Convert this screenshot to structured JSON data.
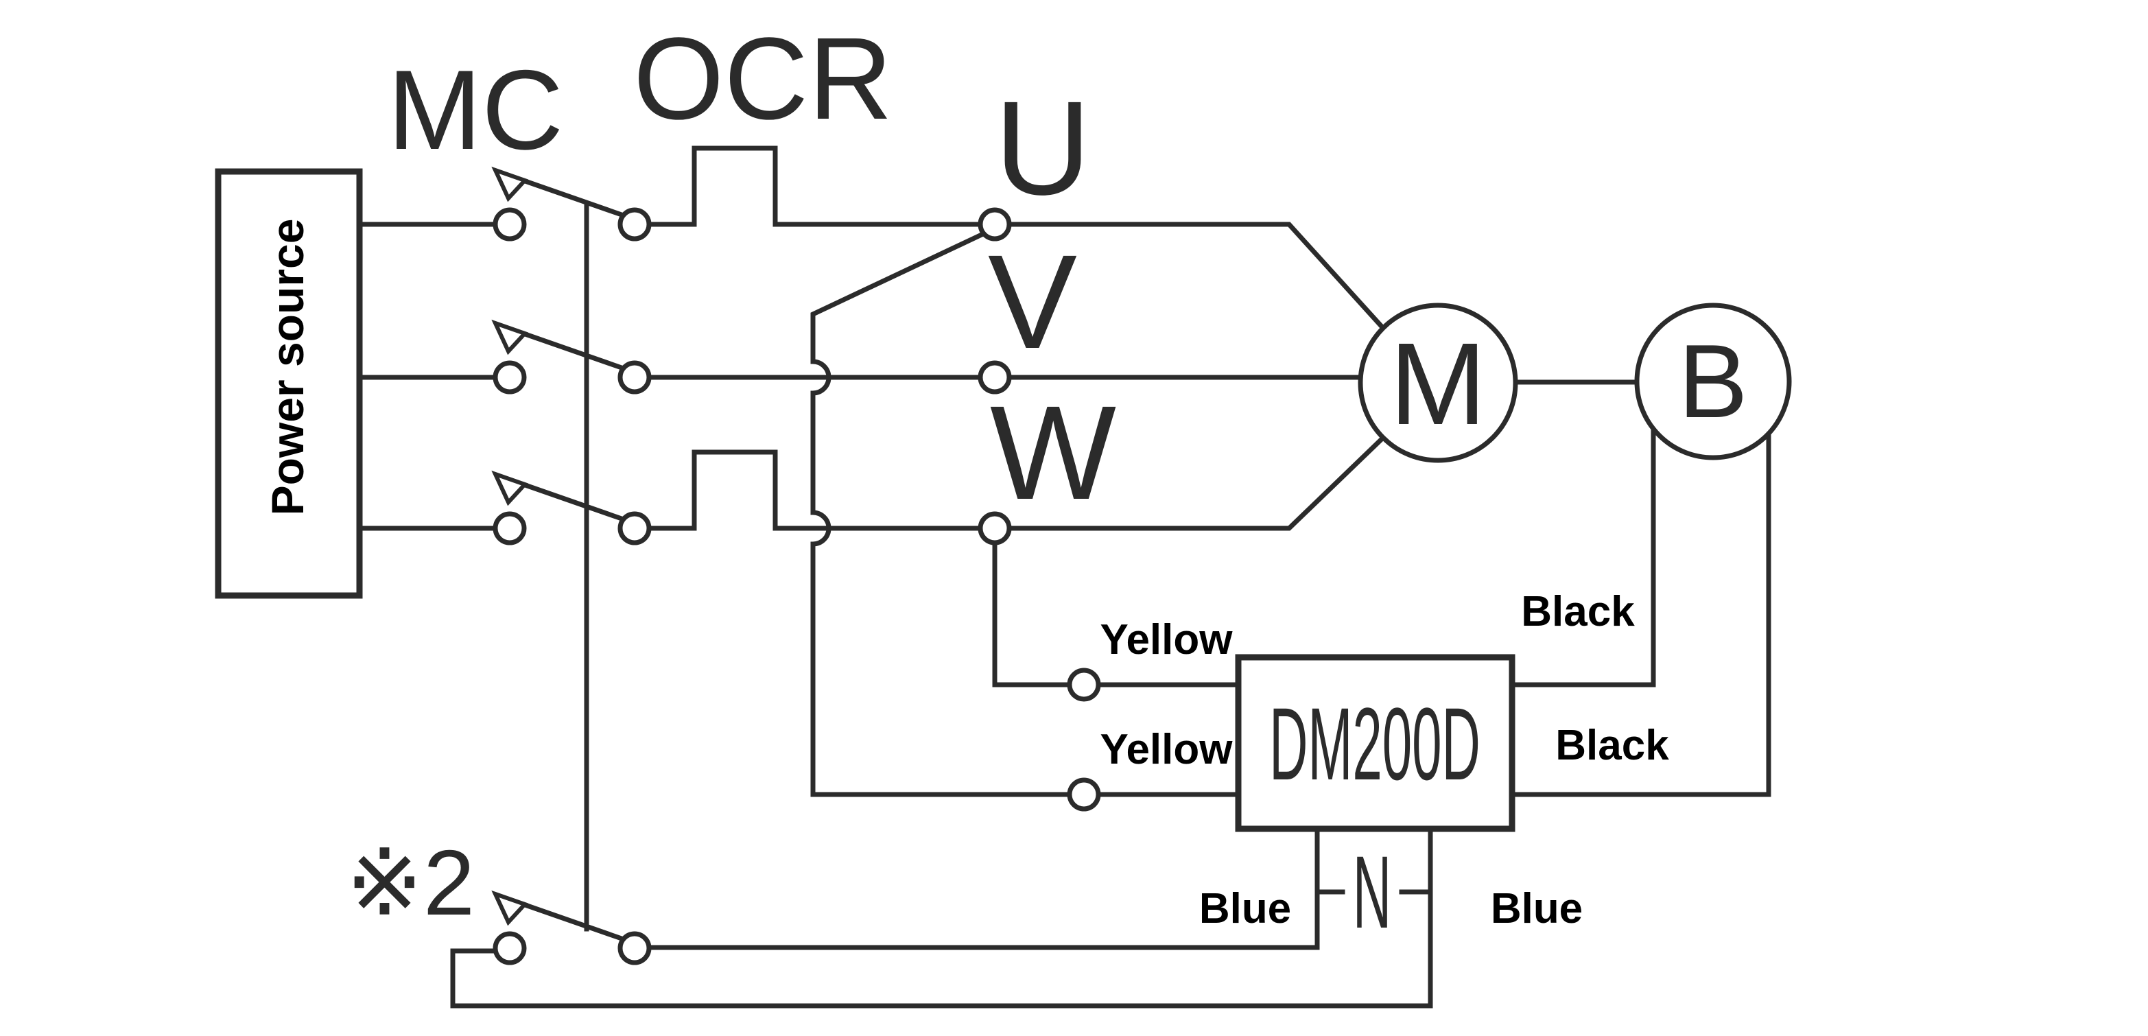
{
  "diagram": {
    "background": "#ffffff",
    "line_color": "#2b2b2b",
    "label_color": "#000000",
    "labels": {
      "power_source": "Power source",
      "contactor": "MC",
      "overcurrent_relay": "OCR",
      "phase_u": "U",
      "phase_v": "V",
      "phase_w": "W",
      "motor": "M",
      "brake": "B",
      "module": "DM200D",
      "neutral": "N",
      "note_marker": "※2",
      "wire_yellow_upper": "Yellow",
      "wire_yellow_lower": "Yellow",
      "wire_black_upper": "Black",
      "wire_black_lower": "Black",
      "wire_blue_left": "Blue",
      "wire_blue_right": "Blue"
    }
  }
}
